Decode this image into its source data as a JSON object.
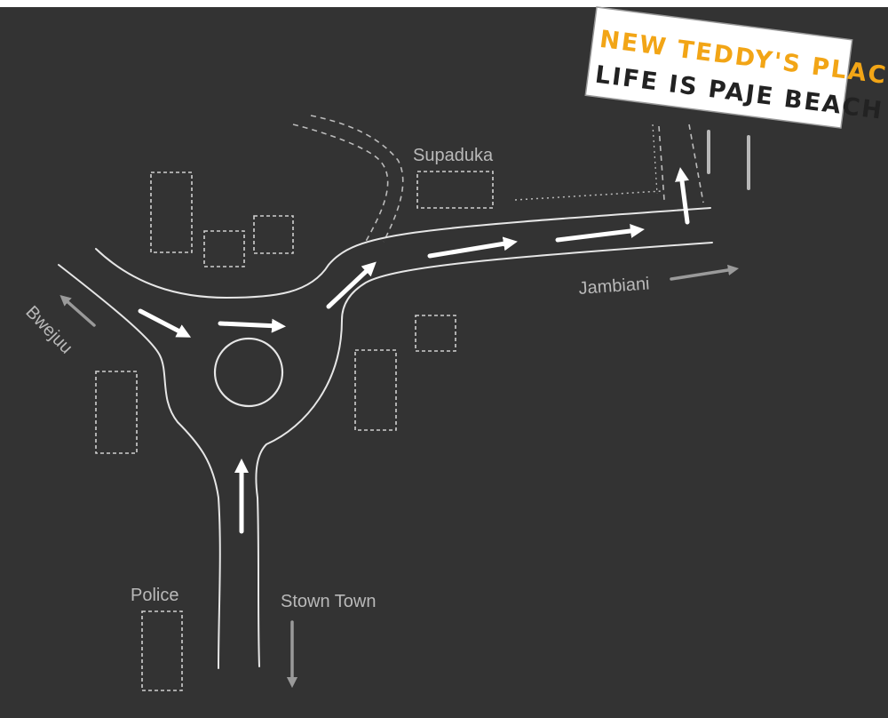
{
  "map": {
    "colors": {
      "background": "#333333",
      "road": "#e6e6e6",
      "building_outline": "#cfcfcf",
      "route_arrow": "#ffffff",
      "direction_arrow": "#9a9a9a",
      "label": "#b9b9b9",
      "sign_line1": "#f2a516",
      "sign_line2": "#222222"
    },
    "labels": {
      "supaduka": "Supaduka",
      "jambiani": "Jambiani",
      "bwejuu": "Bwejuu",
      "police": "Police",
      "stone_town": "Stown Town"
    },
    "sign": {
      "line1": "NEW TEDDY'S PLACE",
      "line2": "LIFE IS PAJE BEACH"
    }
  }
}
